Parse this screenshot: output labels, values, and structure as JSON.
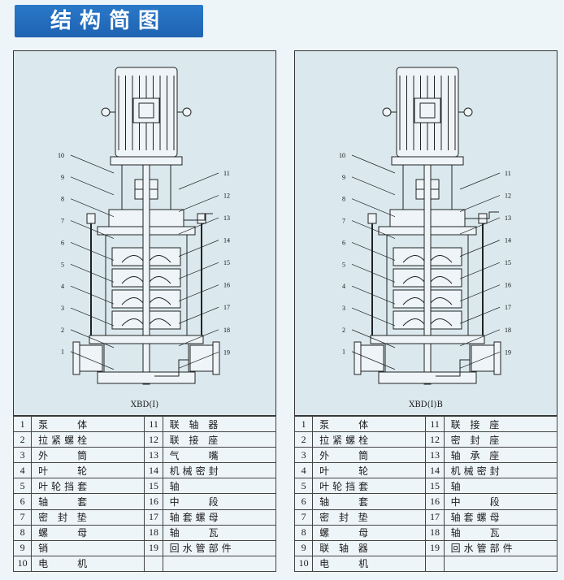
{
  "title": "结构简图",
  "diagrams": [
    {
      "caption": "XBD(I)",
      "callouts_left": [
        "10",
        "9",
        "8",
        "7",
        "6",
        "5",
        "4",
        "3",
        "2",
        "1"
      ],
      "callouts_right": [
        "11",
        "12",
        "13",
        "14",
        "15",
        "16",
        "17",
        "18",
        "19"
      ]
    },
    {
      "caption": "XBD(I)B",
      "callouts_left": [
        "10",
        "9",
        "8",
        "7",
        "6",
        "5",
        "4",
        "3",
        "2",
        "1"
      ],
      "callouts_right": [
        "11",
        "12",
        "13",
        "14",
        "15",
        "16",
        "17",
        "18",
        "19"
      ]
    }
  ],
  "parts_tables": [
    {
      "rows": [
        {
          "n1": "1",
          "p1": "泵　　体",
          "n2": "11",
          "p2": "联 轴 器"
        },
        {
          "n1": "2",
          "p1": "拉紧螺栓",
          "n2": "12",
          "p2": "联 接 座"
        },
        {
          "n1": "3",
          "p1": "外　　筒",
          "n2": "13",
          "p2": "气　　嘴"
        },
        {
          "n1": "4",
          "p1": "叶　　轮",
          "n2": "14",
          "p2": "机械密封"
        },
        {
          "n1": "5",
          "p1": "叶轮挡套",
          "n2": "15",
          "p2": "轴"
        },
        {
          "n1": "6",
          "p1": "轴　　套",
          "n2": "16",
          "p2": "中　　段"
        },
        {
          "n1": "7",
          "p1": "密 封 垫",
          "n2": "17",
          "p2": "轴套螺母"
        },
        {
          "n1": "8",
          "p1": "螺　　母",
          "n2": "18",
          "p2": "轴　　瓦"
        },
        {
          "n1": "9",
          "p1": "销",
          "n2": "19",
          "p2": "回水管部件"
        },
        {
          "n1": "10",
          "p1": "电　　机",
          "n2": "",
          "p2": ""
        }
      ]
    },
    {
      "rows": [
        {
          "n1": "1",
          "p1": "泵　　体",
          "n2": "11",
          "p2": "联 接 座"
        },
        {
          "n1": "2",
          "p1": "拉紧螺栓",
          "n2": "12",
          "p2": "密 封 座"
        },
        {
          "n1": "3",
          "p1": "外　　筒",
          "n2": "13",
          "p2": "轴 承 座"
        },
        {
          "n1": "4",
          "p1": "叶　　轮",
          "n2": "14",
          "p2": "机械密封"
        },
        {
          "n1": "5",
          "p1": "叶轮挡套",
          "n2": "15",
          "p2": "轴"
        },
        {
          "n1": "6",
          "p1": "轴　　套",
          "n2": "16",
          "p2": "中　　段"
        },
        {
          "n1": "7",
          "p1": "密 封 垫",
          "n2": "17",
          "p2": "轴套螺母"
        },
        {
          "n1": "8",
          "p1": "螺　　母",
          "n2": "18",
          "p2": "轴　　瓦"
        },
        {
          "n1": "9",
          "p1": "联 轴 器",
          "n2": "19",
          "p2": "回水管部件"
        },
        {
          "n1": "10",
          "p1": "电　　机",
          "n2": "",
          "p2": ""
        }
      ]
    }
  ]
}
